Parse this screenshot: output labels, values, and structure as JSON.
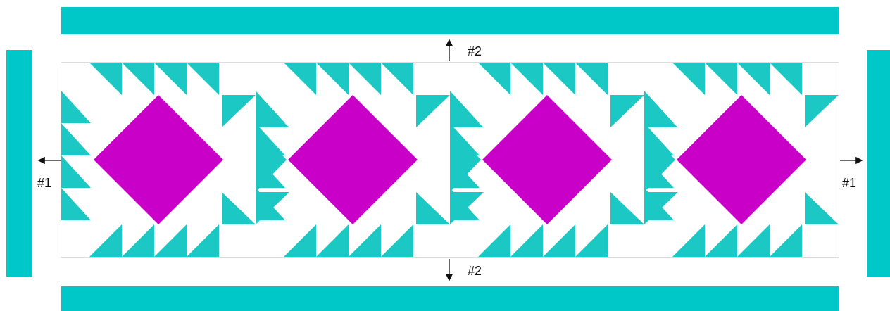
{
  "colors": {
    "border_strip": "#00c8c8",
    "triangle": "#1cc8c4",
    "diamond": "#c800c8",
    "background": "#ffffff"
  },
  "labels": {
    "top_border": "#2",
    "bottom_border": "#2",
    "left_border": "#1",
    "right_border": "#1"
  }
}
